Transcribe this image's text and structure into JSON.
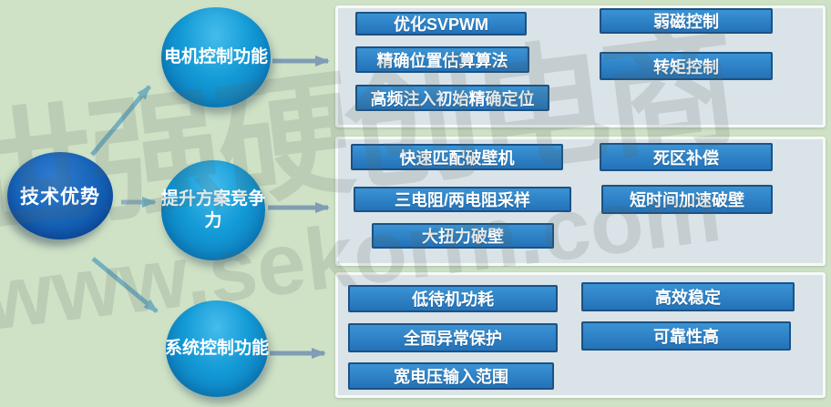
{
  "colors": {
    "page_bg": "#cfe2c6",
    "box_bg": "#d9e3e8",
    "box_border": "#f6faf7",
    "button_bg_top": "#3a93d4",
    "button_bg_bottom": "#2472b8",
    "button_border": "#1c5184",
    "button_text": "#ffffff",
    "node_blue": "#139ad6",
    "node_blue_dark": "#0a6fb0",
    "root_blue": "#1663b8",
    "root_blue_dark": "#0a4a9a",
    "arrow_gray": "#7f9db4",
    "arrow_teal": "#74b0bf",
    "watermark_color": "rgba(90,100,96,0.16)"
  },
  "root": {
    "label": "技术优势"
  },
  "branches": [
    {
      "label": "电机控制功能",
      "items_left": [
        "优化SVPWM",
        "精确位置估算算法",
        "高频注入初始精确定位"
      ],
      "items_right": [
        "弱磁控制",
        "转矩控制"
      ]
    },
    {
      "label": "提升方案竞争力",
      "items_left": [
        "快速匹配破壁机",
        "三电阻/两电阻采样",
        "大扭力破壁"
      ],
      "items_right": [
        "死区补偿",
        "短时间加速破壁"
      ]
    },
    {
      "label": "系统控制功能",
      "items_left": [
        "低待机功耗",
        "全面异常保护",
        "宽电压输入范围"
      ],
      "items_right": [
        "高效稳定",
        "可靠性高"
      ]
    }
  ],
  "watermark": {
    "line1": "世强硬创电商",
    "line2": "www.sekorm.com"
  }
}
